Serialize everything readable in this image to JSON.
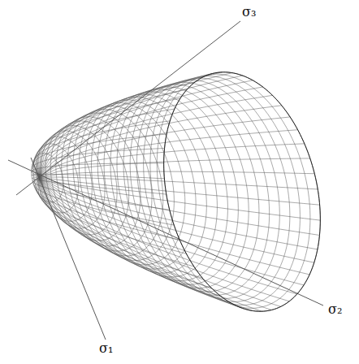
{
  "diagram": {
    "labels": [
      "σ₃",
      "σ₂",
      "σ₁"
    ]
  }
}
